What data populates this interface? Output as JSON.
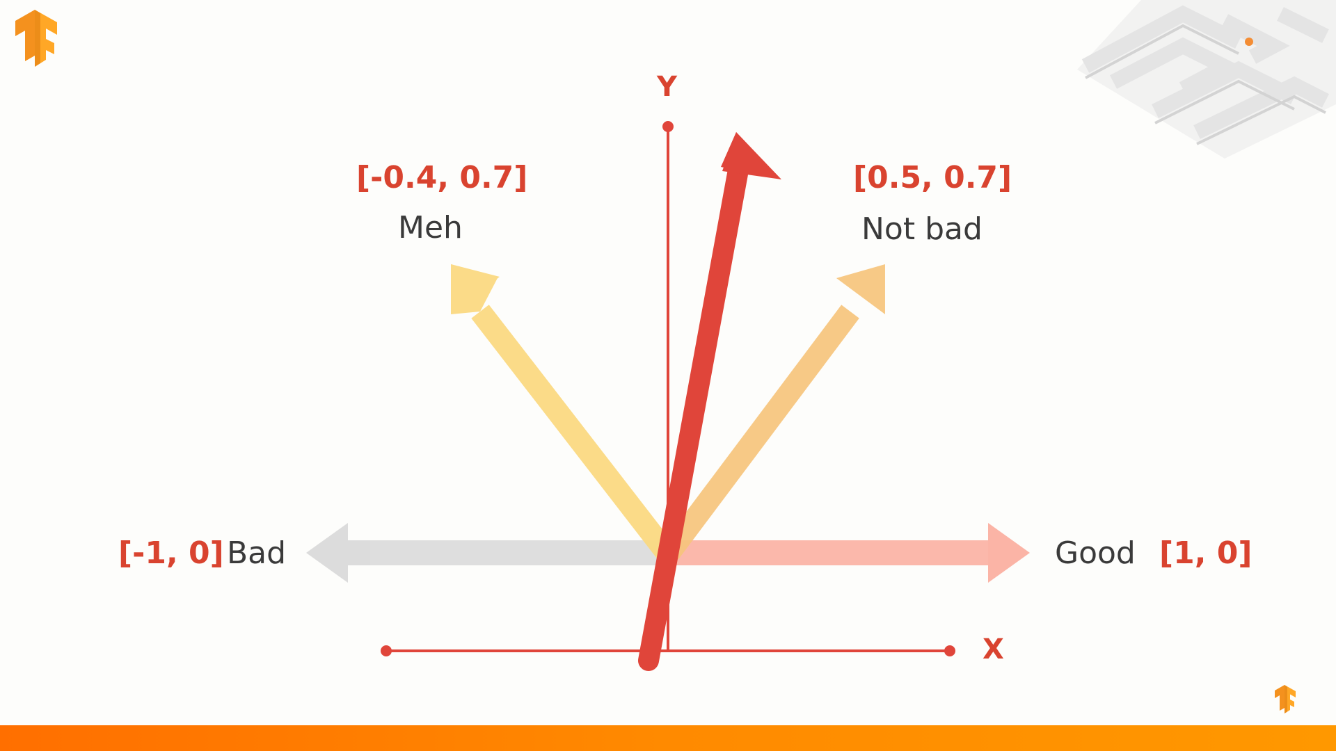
{
  "colors": {
    "accent_red": "#e0453a",
    "label_red": "#d9432f",
    "meh_yellow": "#fbd97f",
    "notbad_orange": "#f7c57d",
    "bad_gray": "#dcdcdc",
    "good_pink": "#fbb4a6",
    "brand_orange": "#ff8f00"
  },
  "icons": {
    "logo_top": "tensorflow-logo",
    "logo_bottom": "tensorflow-logo",
    "decoration": "maze-decoration"
  },
  "axes": {
    "y_label": "Y",
    "x_label": "X"
  },
  "vectors": {
    "meh": {
      "coords": "[-0.4, 0.7]",
      "word": "Meh"
    },
    "not_bad": {
      "coords": "[0.5, 0.7]",
      "word": "Not bad"
    },
    "bad": {
      "coords": "[-1, 0]",
      "word": "Bad"
    },
    "good": {
      "coords": "[1, 0]",
      "word": "Good"
    }
  }
}
